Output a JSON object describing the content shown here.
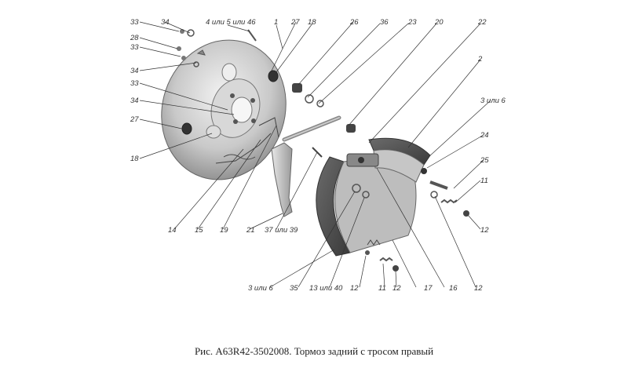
{
  "caption": "Рис. А63R42-3502008. Тормоз задний с тросом правый",
  "callouts": {
    "c33a": "33",
    "c34a": "34",
    "c4or5or46": "4 или 5 или 46",
    "c1": "1",
    "c27a": "27",
    "c18a": "18",
    "c26": "26",
    "c36": "36",
    "c23": "23",
    "c20": "20",
    "c22": "22",
    "c28": "28",
    "c33b": "33",
    "c34b": "34",
    "c33c": "33",
    "c2": "2",
    "c34c": "34",
    "c3or6a": "3 или 6",
    "c27b": "27",
    "c24": "24",
    "c18b": "18",
    "c25": "25",
    "c11a": "11",
    "c12a": "12",
    "c14": "14",
    "c15": "15",
    "c19": "19",
    "c21": "21",
    "c37or39": "37 или 39",
    "c3or6b": "3 или 6",
    "c35": "35",
    "c13or40": "13 или 40",
    "c12b": "12",
    "c11b": "11",
    "c12c": "12",
    "c17": "17",
    "c16": "16",
    "c12d": "12"
  }
}
